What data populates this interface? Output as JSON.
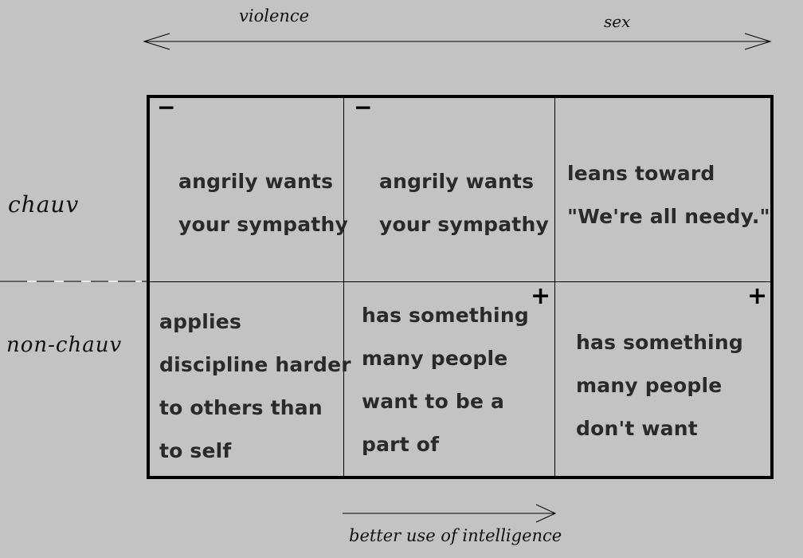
{
  "axes": {
    "top_left_label": "violence",
    "top_right_label": "sex",
    "bottom_label": "better use of intelligence"
  },
  "rows": {
    "row1_label": "chauv",
    "row2_label": "non-chauv"
  },
  "cells": {
    "r1c1": {
      "mark": "−",
      "lines": [
        "angrily wants",
        "your sympathy"
      ]
    },
    "r1c2": {
      "mark": "−",
      "lines": [
        "angrily wants",
        "your sympathy"
      ]
    },
    "r1c3": {
      "mark": "",
      "lines": [
        "leans toward",
        "\"We're all needy.\""
      ]
    },
    "r2c1": {
      "mark": "",
      "lines": [
        "applies",
        "discipline harder",
        "to others than",
        "to self"
      ]
    },
    "r2c2": {
      "mark": "+",
      "lines": [
        "has something",
        "many people",
        "want to be a",
        "part of"
      ]
    },
    "r2c3": {
      "mark": "+",
      "lines": [
        "has something",
        "many people",
        "don't want"
      ]
    }
  }
}
